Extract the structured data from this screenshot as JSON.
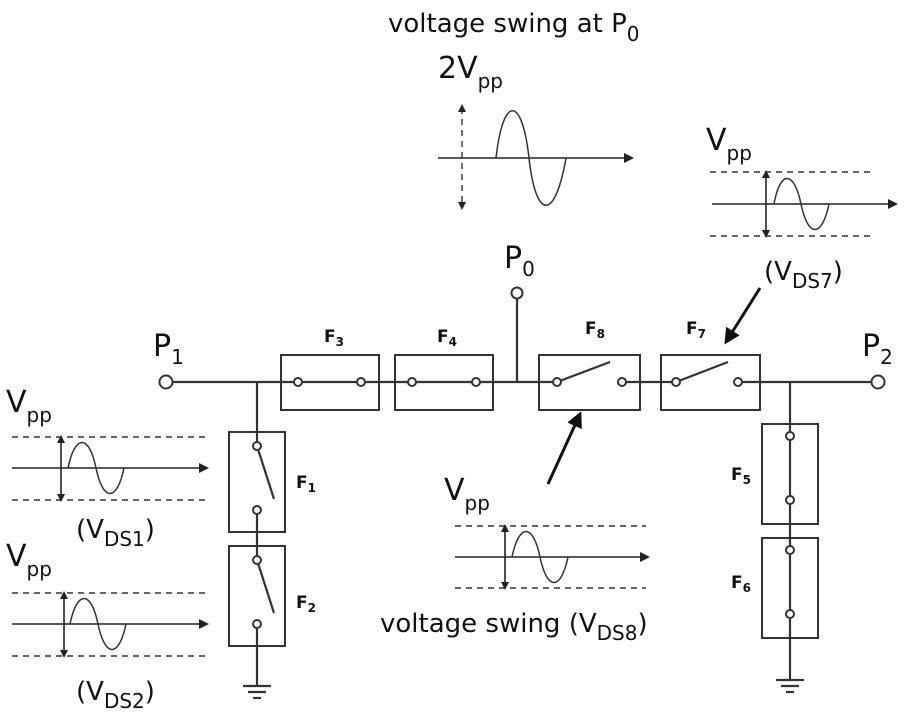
{
  "labels": {
    "title_main": "voltage swing at P",
    "title_sub": "0",
    "two_vpp_main": "2V",
    "two_vpp_sub": "pp",
    "vpp_main": "V",
    "vpp_sub": "pp",
    "p0_main": "P",
    "p0_sub": "0",
    "p1_main": "P",
    "p1_sub": "1",
    "p2_main": "P",
    "p2_sub": "2",
    "vds1_open": "(V",
    "vds1_sub": "DS1",
    "vds1_close": ")",
    "vds2_open": "(V",
    "vds2_sub": "DS2",
    "vds2_close": ")",
    "vds7_open": "(V",
    "vds7_sub": "DS7",
    "vds7_close": ")",
    "vds8_open": "voltage swing (V",
    "vds8_sub": "DS8",
    "vds8_close": ")"
  },
  "switches": {
    "f": "F",
    "f1": "1",
    "f2": "2",
    "f3": "3",
    "f4": "4",
    "f5": "5",
    "f6": "6",
    "f7": "7",
    "f8": "8"
  }
}
